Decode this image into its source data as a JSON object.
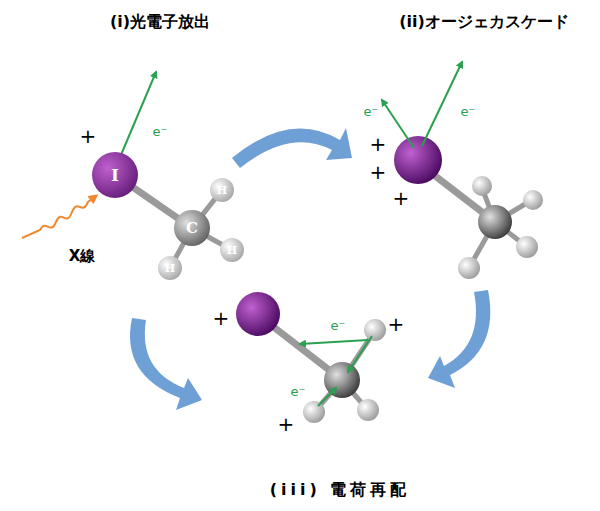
{
  "diagram": {
    "nodes": [
      {
        "text": [
          "I"
        ]
      },
      {
        "text": [
          "C"
        ]
      },
      {
        "text": [
          "H"
        ]
      },
      {
        "text": [
          "H"
        ]
      },
      {
        "text": [
          "H"
        ]
      }
    ],
    "edges": [
      {
        "from": 0,
        "to": 1,
        "arrow": "none"
      },
      {
        "from": 1,
        "to": 2,
        "arrow": "none"
      },
      {
        "from": 1,
        "to": 3,
        "arrow": "none"
      },
      {
        "from": 1,
        "to": 4,
        "arrow": "none"
      }
    ],
    "labels": [
      "(i)光電子放出",
      "(ii)オージェカスケード",
      "(iii) 電荷再配",
      "X線",
      "e⁻",
      "e⁻",
      "e⁻",
      "e⁻",
      "e⁻",
      "+",
      "+",
      "+",
      "+",
      "+",
      "+",
      "+"
    ]
  }
}
